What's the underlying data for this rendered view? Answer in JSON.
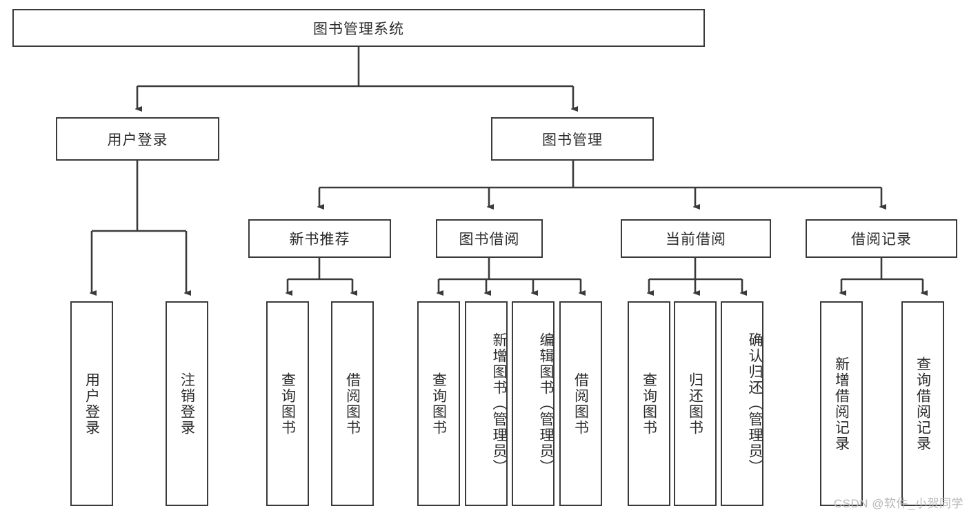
{
  "diagram": {
    "title": "图书管理系统",
    "type": "tree",
    "root": {
      "label": "图书管理系统"
    },
    "level2": [
      {
        "label": "用户登录"
      },
      {
        "label": "图书管理"
      }
    ],
    "level3": [
      {
        "label": "新书推荐"
      },
      {
        "label": "图书借阅"
      },
      {
        "label": "当前借阅"
      },
      {
        "label": "借阅记录"
      }
    ],
    "leaves": {
      "user_login": [
        {
          "label": "用户登录"
        },
        {
          "label": "注销登录"
        }
      ],
      "new_book_recommend": [
        {
          "label": "查询图书"
        },
        {
          "label": "借阅图书"
        }
      ],
      "book_borrow": [
        {
          "label": "查询图书"
        },
        {
          "label": "新增图书（管理员）"
        },
        {
          "label": "编辑图书（管理员）"
        },
        {
          "label": "借阅图书"
        }
      ],
      "current_borrow": [
        {
          "label": "查询图书"
        },
        {
          "label": "归还图书"
        },
        {
          "label": "确认归还（管理员）"
        }
      ],
      "borrow_record": [
        {
          "label": "新增借阅记录"
        },
        {
          "label": "查询借阅记录"
        }
      ]
    }
  },
  "watermark": {
    "text": "CSDN @软件_小贺同学"
  },
  "colors": {
    "border": "#3a3a3a",
    "text": "#2b2b2b",
    "background": "#ffffff",
    "watermark": "#b8b8b8"
  }
}
